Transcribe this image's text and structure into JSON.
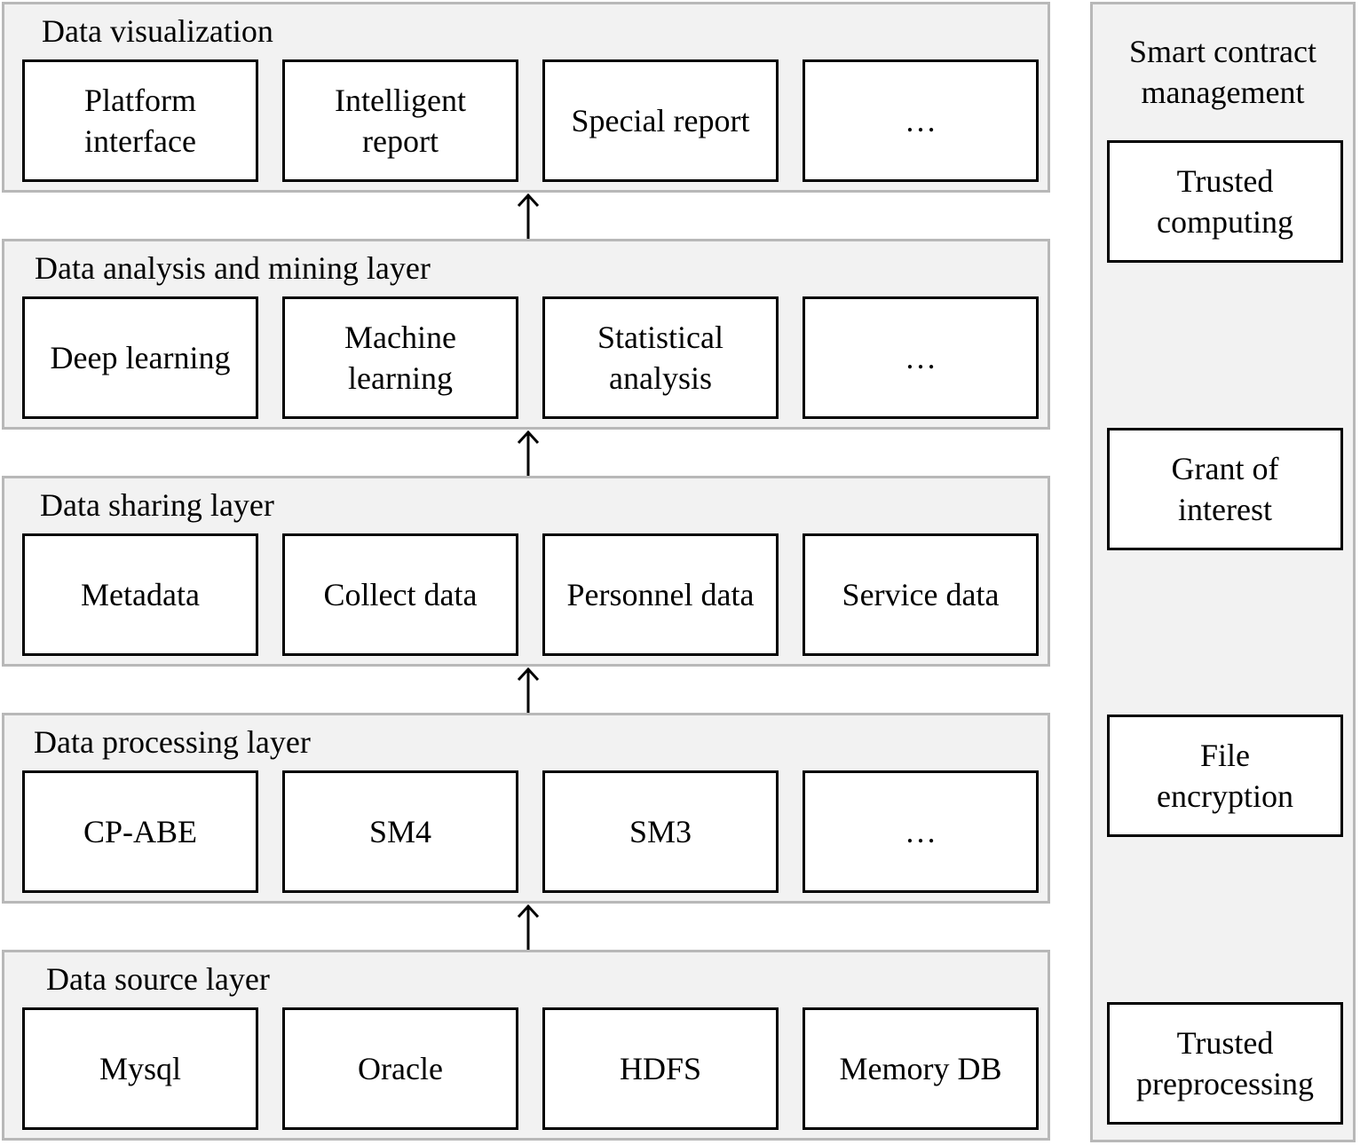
{
  "layers": [
    {
      "title": "Data visualization",
      "items": [
        "Platform\ninterface",
        "Intelligent\nreport",
        "Special report",
        "…"
      ]
    },
    {
      "title": "Data analysis and mining layer",
      "items": [
        "Deep learning",
        "Machine\nlearning",
        "Statistical\nanalysis",
        "…"
      ]
    },
    {
      "title": "Data sharing layer",
      "items": [
        "Metadata",
        "Collect data",
        "Personnel data",
        "Service data"
      ]
    },
    {
      "title": "Data processing layer",
      "items": [
        "CP-ABE",
        "SM4",
        "SM3",
        "…"
      ]
    },
    {
      "title": "Data source layer",
      "items": [
        "Mysql",
        "Oracle",
        "HDFS",
        "Memory DB"
      ]
    }
  ],
  "side": {
    "title": "Smart contract\nmanagement",
    "items": [
      "Trusted\ncomputing",
      "Grant of\ninterest",
      "File\nencryption",
      "Trusted\npreprocessing"
    ]
  },
  "colors": {
    "panel_fill": "#f2f2f2",
    "panel_border": "#b8b8b8",
    "box_border": "#000000"
  }
}
